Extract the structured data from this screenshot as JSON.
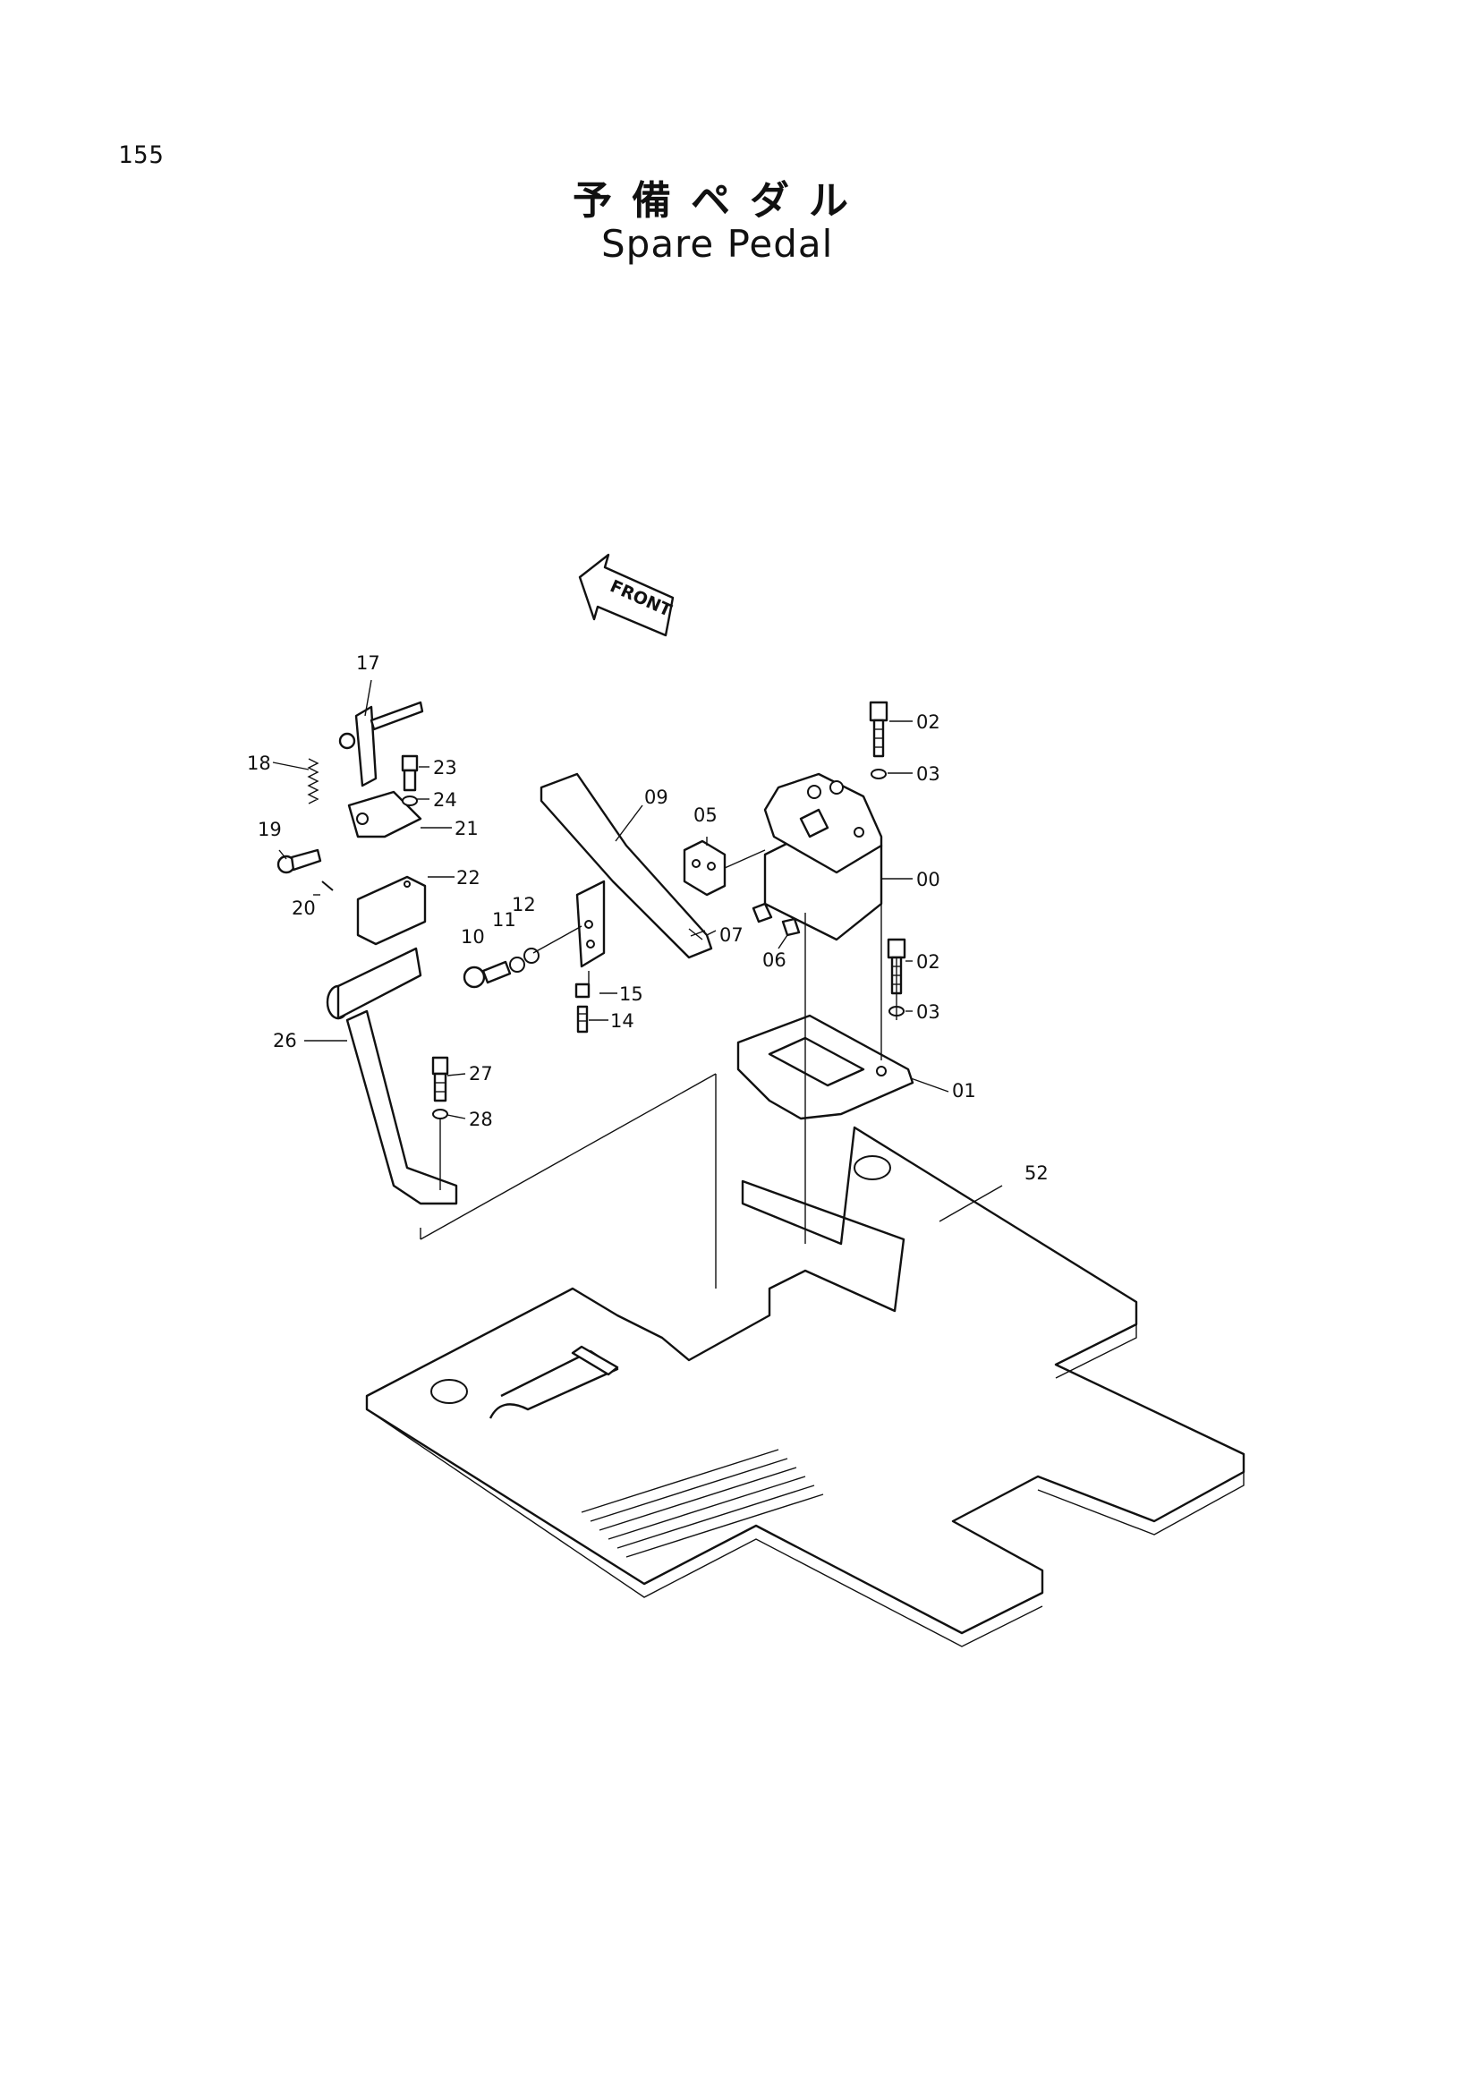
{
  "page_number": "155",
  "title_jp": "予備ペダル",
  "title_en": "Spare Pedal",
  "front_arrow_label": "FRONT",
  "callouts": {
    "c00": "00",
    "c01": "01",
    "c02a": "02",
    "c02b": "02",
    "c03a": "03",
    "c03b": "03",
    "c05": "05",
    "c06": "06",
    "c07": "07",
    "c09": "09",
    "c10": "10",
    "c11": "11",
    "c12": "12",
    "c14": "14",
    "c15": "15",
    "c17": "17",
    "c18": "18",
    "c19": "19",
    "c20": "20",
    "c21": "21",
    "c22": "22",
    "c23": "23",
    "c24": "24",
    "c26": "26",
    "c27": "27",
    "c28": "28",
    "c52": "52"
  }
}
